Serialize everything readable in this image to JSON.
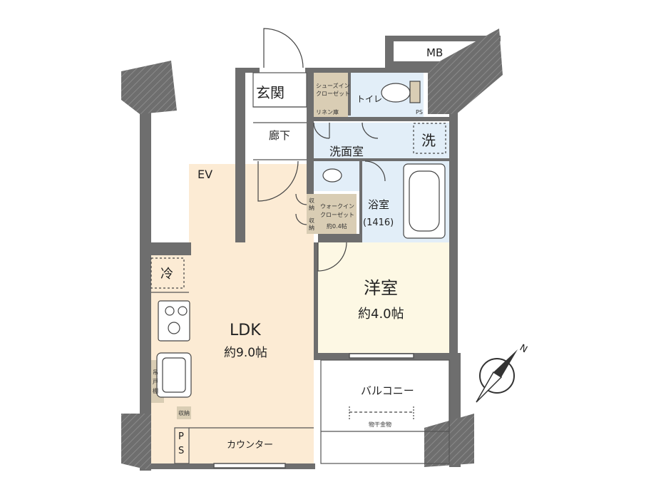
{
  "rooms": {
    "entrance": "玄関",
    "shoe_closet": [
      "シューズイン",
      "クローゼット"
    ],
    "toilet": "トイレ",
    "linen": "リネン庫",
    "ps_top": "PS",
    "hallway": "廊下",
    "washroom": "洗面室",
    "washer": "洗",
    "ev": "EV",
    "mb": "MB",
    "bath": "浴室",
    "bath_size": "(1416)",
    "storage_a": [
      "収",
      "納"
    ],
    "storage_b": [
      "収",
      "納"
    ],
    "walk_in": [
      "ウォークイン",
      "クローゼット"
    ],
    "walk_in_size": "約0.4帖",
    "fridge": "冷",
    "ldk": "LDK",
    "ldk_size": "約9.0帖",
    "western": "洋室",
    "western_size": "約4.0帖",
    "cabinet": [
      "吊",
      "戸",
      "棚"
    ],
    "storage_small": [
      "収",
      "納"
    ],
    "ps_bottom": [
      "P",
      "S"
    ],
    "counter": "カウンター",
    "balcony": "バルコニー",
    "laundry_rack": "物干金物"
  },
  "compass": {
    "label": "N"
  },
  "colors": {
    "wall": "#6e6e6e",
    "ldk_floor": "#fcebd4",
    "western_floor": "#fdf8e4",
    "wet_area": "#e2eef8",
    "closet": "#d9cdb4"
  }
}
